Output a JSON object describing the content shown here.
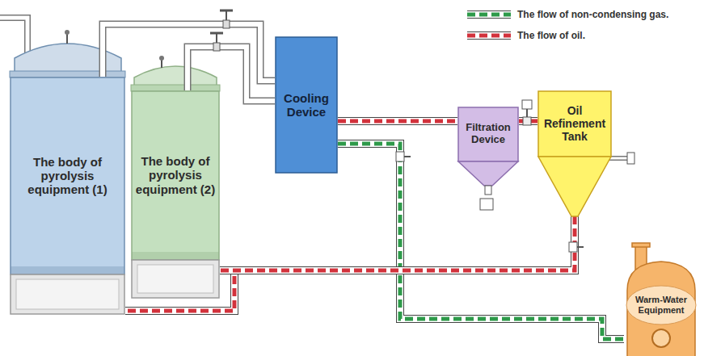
{
  "diagram": {
    "nodes": [
      {
        "text": [
          "The body of pyrolysis equipment (1)"
        ]
      },
      {
        "text": [
          "The body of pyrolysis equipment (2)"
        ]
      },
      {
        "text": [
          "Cooling Device"
        ]
      },
      {
        "text": [
          "Filtration Device"
        ]
      },
      {
        "text": [
          "Oil Refinement Tank"
        ]
      },
      {
        "text": [
          "Warm-Water Equipment"
        ]
      }
    ],
    "edges": [
      {
        "from": 0,
        "to": 2,
        "arrow": "none"
      },
      {
        "from": 1,
        "to": 2,
        "arrow": "none"
      },
      {
        "from": 2,
        "to": 3,
        "arrow": "none"
      },
      {
        "from": 3,
        "to": 4,
        "arrow": "none"
      },
      {
        "from": 2,
        "to": 5,
        "arrow": "none"
      },
      {
        "from": 4,
        "to": 0,
        "arrow": "none"
      },
      {
        "from": 4,
        "to": 1,
        "arrow": "none"
      }
    ],
    "legend": [
      {
        "text": "The flow of non-condensing gas."
      },
      {
        "text": "The flow of oil."
      }
    ]
  }
}
